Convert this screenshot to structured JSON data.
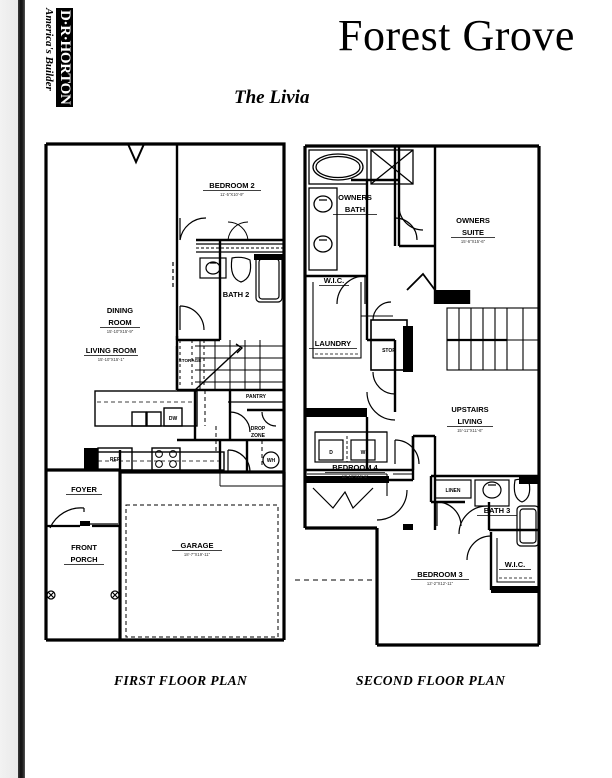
{
  "brand": {
    "name": "D·R·HORTON",
    "tagline": "America's Builder"
  },
  "header": {
    "community": "Forest Grove",
    "plan_name": "The Livia"
  },
  "captions": {
    "first": "FIRST FLOOR PLAN",
    "second": "SECOND FLOOR PLAN"
  },
  "first_floor": {
    "rooms": [
      {
        "label": "LIVING ROOM",
        "dim": "15'-10\"X15'-1\""
      },
      {
        "label": "BEDROOM 2",
        "dim": "11'-5\"X10'-9\""
      },
      {
        "label": "DINING ROOM",
        "dim": "15'-10\"X15'-9\""
      },
      {
        "label": "BATH 2",
        "dim": ""
      },
      {
        "label": "FOYER",
        "dim": ""
      },
      {
        "label": "FRONT PORCH",
        "dim": ""
      },
      {
        "label": "GARAGE",
        "dim": "18'-7\"X19'-11\""
      }
    ],
    "annotations": [
      {
        "label": "STORAGE"
      },
      {
        "label": "PANTRY"
      },
      {
        "label": "DROP ZONE"
      },
      {
        "label": "DW"
      },
      {
        "label": "REF"
      },
      {
        "label": "WH"
      }
    ]
  },
  "second_floor": {
    "rooms": [
      {
        "label": "OWNERS BATH",
        "dim": ""
      },
      {
        "label": "OWNERS SUITE",
        "dim": "15'-6\"X15'-6\""
      },
      {
        "label": "W.I.C.",
        "dim": ""
      },
      {
        "label": "LAUNDRY",
        "dim": ""
      },
      {
        "label": "BEDROOM 4",
        "dim": "10'-10\"X15'-5\""
      },
      {
        "label": "UPSTAIRS LIVING",
        "dim": "15'-11\"X11'-6\""
      },
      {
        "label": "BATH 3",
        "dim": ""
      },
      {
        "label": "BEDROOM 3",
        "dim": "12'-2\"X12'-11\""
      },
      {
        "label": "W.I.C. 2",
        "display": "W.I.C.",
        "dim": ""
      }
    ],
    "annotations": [
      {
        "label": "STOR"
      },
      {
        "label": "LINEN"
      },
      {
        "label": "D"
      },
      {
        "label": "W"
      }
    ]
  },
  "colors": {
    "ink": "#000000",
    "paper": "#ffffff",
    "dim_text": "#333333"
  }
}
